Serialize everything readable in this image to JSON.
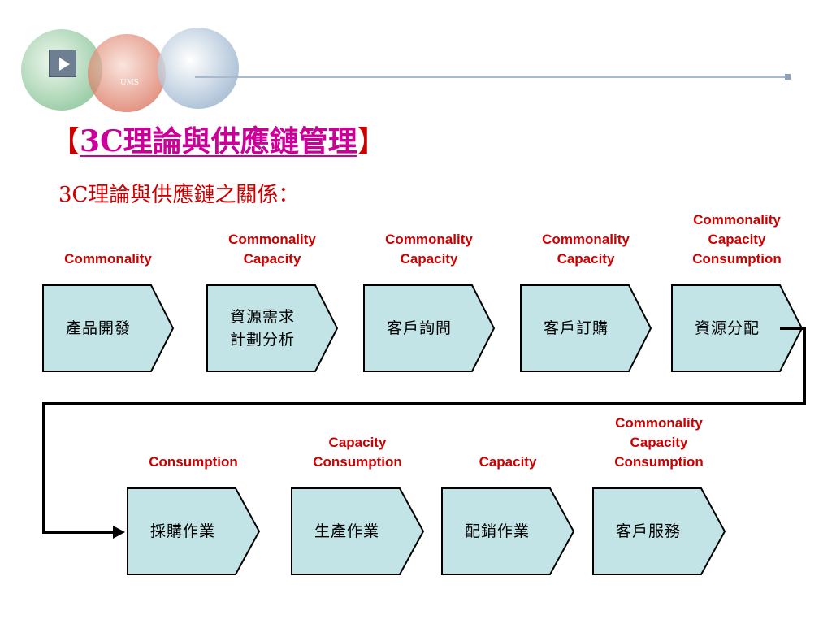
{
  "header": {
    "title_open": "【",
    "title_text": "3C理論與供應鏈管理",
    "title_close": "】",
    "logo_text": "UMS"
  },
  "subtitle": "3C理論與供應鏈之關係：",
  "colors": {
    "box_fill": "#c2e4e6",
    "box_stroke": "#000000",
    "label": "#cc0000",
    "title": "#cc0099",
    "connector": "#000000"
  },
  "row1": [
    {
      "label": "Commonality",
      "step": "產品開發"
    },
    {
      "label": "Commonality\nCapacity",
      "step": "資源需求\n計劃分析"
    },
    {
      "label": "Commonality\nCapacity",
      "step": "客戶詢問"
    },
    {
      "label": "Commonality\nCapacity",
      "step": "客戶訂購"
    },
    {
      "label": "Commonality\nCapacity\nConsumption",
      "step": "資源分配"
    }
  ],
  "row2": [
    {
      "label": "Consumption",
      "step": "採購作業"
    },
    {
      "label": "Capacity\nConsumption",
      "step": "生產作業"
    },
    {
      "label": "Capacity",
      "step": "配銷作業"
    },
    {
      "label": "Commonality\nCapacity\nConsumption",
      "step": "客戶服務"
    }
  ]
}
